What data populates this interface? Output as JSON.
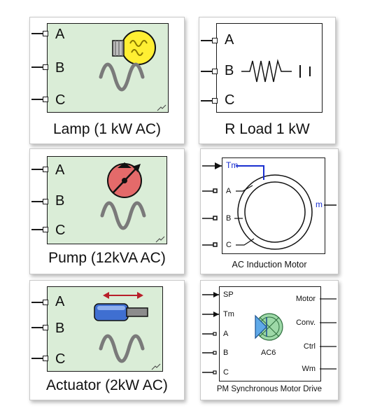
{
  "blocks": {
    "lamp": {
      "label": "Lamp (1 kW AC)",
      "ports": [
        "A",
        "B",
        "C"
      ]
    },
    "rload": {
      "label": "R Load 1 kW",
      "ports": [
        "A",
        "B",
        "C"
      ]
    },
    "pump": {
      "label": "Pump (12kVA AC)",
      "ports": [
        "A",
        "B",
        "C"
      ]
    },
    "motor": {
      "label": "AC Induction Motor",
      "ports": [
        "Tm",
        "A",
        "B",
        "C"
      ],
      "output": "m"
    },
    "actuator": {
      "label": "Actuator (2kW AC)",
      "ports": [
        "A",
        "B",
        "C"
      ]
    },
    "drive": {
      "label": "PM Synchronous Motor Drive",
      "inputs": [
        "SP",
        "Tm",
        "A",
        "B",
        "C"
      ],
      "outputs": [
        "Motor",
        "Conv.",
        "Ctrl",
        "Wm"
      ],
      "center": "AC6"
    }
  },
  "colors": {
    "green_fill": "#daedd7",
    "port_blue": "#1a2fd0",
    "bulb_yellow": "#ffef33",
    "pump_red": "#e46a6a",
    "actuator_blue": "#3f6fd1",
    "arrow_red": "#b81f2a",
    "wave_gray": "#7a7a7a"
  },
  "icons": [
    "lightbulb-icon",
    "resistor-icon",
    "pump-gauge-icon",
    "motor-ring-icon",
    "actuator-cylinder-icon",
    "motor-drive-icon",
    "sine-wave-icon"
  ]
}
